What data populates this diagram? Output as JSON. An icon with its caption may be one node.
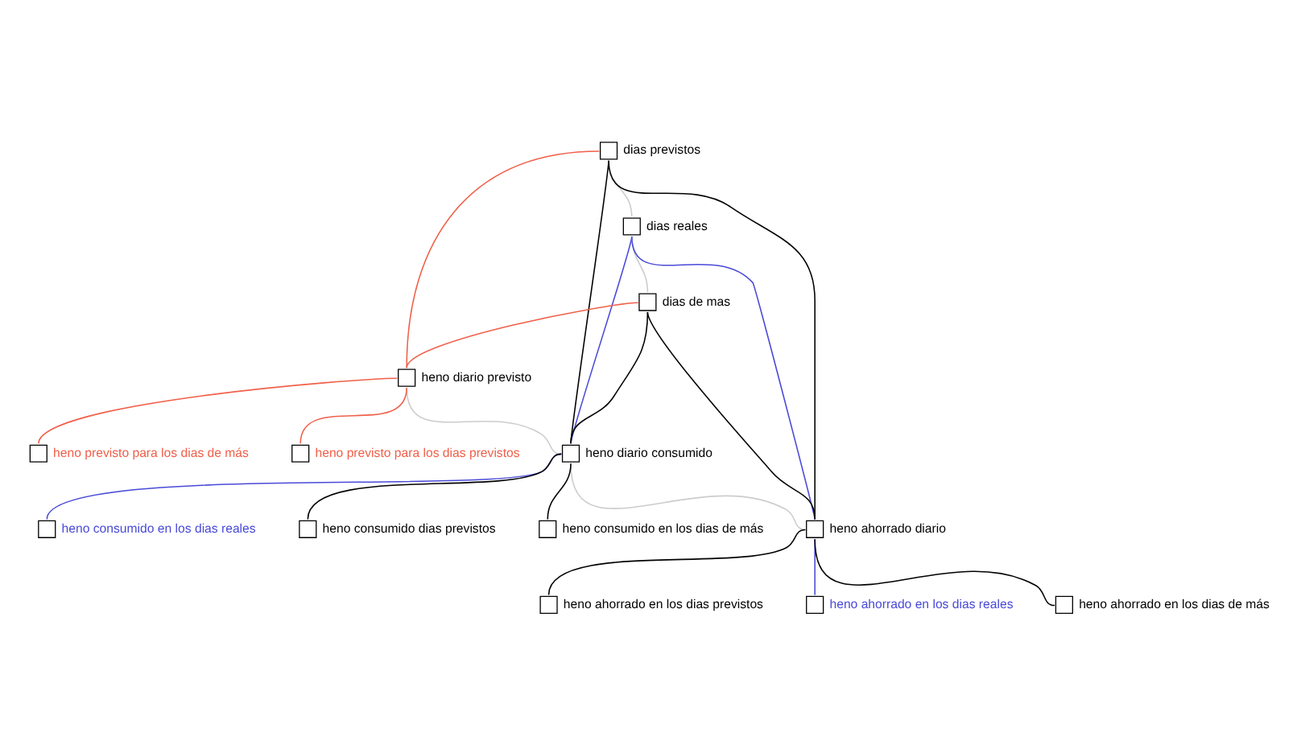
{
  "diagram": {
    "nodes": [
      {
        "text": [],
        "shape": "box",
        "beside": [
          "dias previstos"
        ]
      },
      {
        "text": [],
        "shape": "box",
        "beside": [
          "heno diario previsto"
        ]
      },
      {
        "text": [],
        "shape": "box",
        "beside": [
          "heno previsto para los dias de más"
        ]
      },
      {
        "text": [],
        "shape": "box",
        "beside": [
          "heno consumido en los dias reales"
        ]
      },
      {
        "text": [],
        "shape": "box",
        "beside": [
          "dias reales"
        ]
      },
      {
        "text": [],
        "shape": "box",
        "beside": [
          "heno diario consumido"
        ]
      },
      {
        "text": [],
        "shape": "box",
        "beside": [
          "heno previsto para los dias previstos"
        ]
      },
      {
        "text": [],
        "shape": "box",
        "beside": [
          "heno consumido dias previstos"
        ]
      },
      {
        "text": [],
        "shape": "box",
        "beside": [
          "dias de mas"
        ]
      },
      {
        "text": [],
        "shape": "box",
        "beside": [
          "heno ahorrado diario"
        ]
      },
      {
        "text": [],
        "shape": "box",
        "beside": [
          "heno consumido en los dias de más"
        ]
      },
      {
        "text": [],
        "shape": "box",
        "beside": [
          "heno ahorrado en los dias previstos"
        ]
      },
      {
        "text": [],
        "shape": "box",
        "beside": [
          "heno ahorrado en los dias reales"
        ]
      },
      {
        "text": [],
        "shape": "box",
        "beside": [
          "heno ahorrado en los dias de más"
        ]
      }
    ],
    "edges": [
      {
        "from": 0,
        "to": 1,
        "arrow": "none",
        "color": "#f0604a"
      },
      {
        "from": 1,
        "to": 6,
        "arrow": "none",
        "color": "#f0604a"
      },
      {
        "from": 8,
        "to": 1,
        "arrow": "none",
        "color": "#f0604a"
      },
      {
        "from": 1,
        "to": 2,
        "arrow": "none",
        "color": "#f0604a"
      },
      {
        "from": 0,
        "to": 4,
        "arrow": "none",
        "color": "#cccccc"
      },
      {
        "from": 4,
        "to": 8,
        "arrow": "none",
        "color": "#cccccc"
      },
      {
        "from": 1,
        "to": 5,
        "arrow": "none",
        "color": "#cccccc"
      },
      {
        "from": 5,
        "to": 9,
        "arrow": "none",
        "color": "#cccccc"
      },
      {
        "from": 4,
        "to": 5,
        "arrow": "none",
        "color": "#4a4ad8"
      },
      {
        "from": 5,
        "to": 3,
        "arrow": "none",
        "color": "#4a4ad8"
      },
      {
        "from": 4,
        "to": 9,
        "arrow": "none",
        "color": "#4a4ad8"
      },
      {
        "from": 9,
        "to": 12,
        "arrow": "none",
        "color": "#4a4ad8"
      },
      {
        "from": 0,
        "to": 5,
        "arrow": "none"
      },
      {
        "from": 5,
        "to": 10,
        "arrow": "none"
      },
      {
        "from": 8,
        "to": 5,
        "arrow": "none"
      },
      {
        "from": 5,
        "to": 7,
        "arrow": "none"
      },
      {
        "from": 0,
        "to": 9,
        "arrow": "none"
      },
      {
        "from": 9,
        "to": 13,
        "arrow": "none"
      },
      {
        "from": 8,
        "to": 9,
        "arrow": "none"
      },
      {
        "from": 9,
        "to": 11,
        "arrow": "none"
      }
    ]
  }
}
